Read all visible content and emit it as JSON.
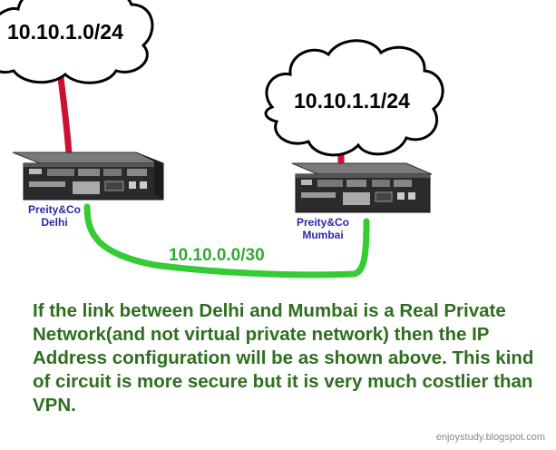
{
  "clouds": {
    "delhi_network": "10.10.1.0/24",
    "mumbai_network": "10.10.1.1/24"
  },
  "routers": {
    "delhi": {
      "line1": "Preity&Co",
      "line2": "Delhi"
    },
    "mumbai": {
      "line1": "Preity&Co",
      "line2": "Mumbai"
    }
  },
  "link": {
    "label": "10.10.0.0/30"
  },
  "caption": "If the link between Delhi and Mumbai is a Real Private Network(and not virtual private network) then the IP Address configuration will be as shown above. This kind of circuit is more secure but it is very much costlier than VPN.",
  "watermark": "enjoystudy.blogspot.com",
  "colors": {
    "lan_link": "#cc1133",
    "wan_link": "#33cc33",
    "router_label": "#2a2aa8",
    "link_label": "#33aa33",
    "caption": "#2e6e1e",
    "watermark": "#8a8a8a"
  },
  "icons": [
    "cloud-icon",
    "router-icon"
  ]
}
